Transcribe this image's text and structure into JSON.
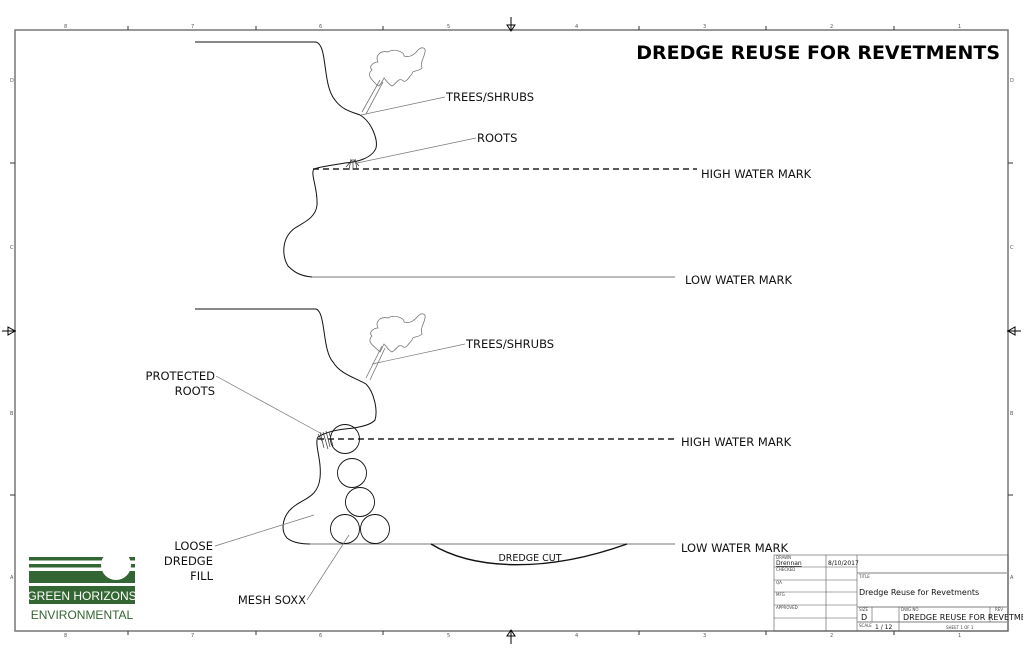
{
  "drawing": {
    "title": "DREDGE REUSE FOR REVETMENTS",
    "border": {
      "columns": [
        "8",
        "7",
        "6",
        "5",
        "4",
        "3",
        "2",
        "1"
      ],
      "rows": [
        "D",
        "C",
        "B",
        "A"
      ]
    },
    "upper_section": {
      "labels": {
        "trees": "TREES/SHRUBS",
        "roots": "ROOTS",
        "high_water": "HIGH WATER MARK",
        "low_water": "LOW WATER MARK"
      }
    },
    "lower_section": {
      "labels": {
        "trees": "TREES/SHRUBS",
        "protected_roots_1": "PROTECTED",
        "protected_roots_2": "ROOTS",
        "high_water": "HIGH WATER MARK",
        "low_water": "LOW WATER MARK",
        "loose_fill_1": "LOOSE",
        "loose_fill_2": "DREDGE",
        "loose_fill_3": "FILL",
        "mesh_soxx": "MESH SOXX",
        "dredge_cut": "DREDGE CUT"
      }
    }
  },
  "logo": {
    "line1": "GREEN HORIZONS",
    "line2": "ENVIRONMENTAL",
    "color": "#336633"
  },
  "title_block": {
    "drawn_label": "DRAWN",
    "drawn_by": "Drennan",
    "drawn_date": "8/10/2017",
    "checked_label": "CHECKED",
    "qa_label": "QA",
    "mfg_label": "MFG",
    "approved_label": "APPROVED",
    "title_label": "TITLE",
    "title_value": "Dredge Reuse for Revetments",
    "size_label": "SIZE",
    "size_value": "D",
    "dwg_no_label": "DWG NO",
    "dwg_no_value": "DREDGE REUSE FOR REVETMENTS",
    "rev_label": "REV",
    "scale_label": "SCALE",
    "scale_value": "1 / 12",
    "sheet_value": "SHEET 1  OF 1"
  }
}
